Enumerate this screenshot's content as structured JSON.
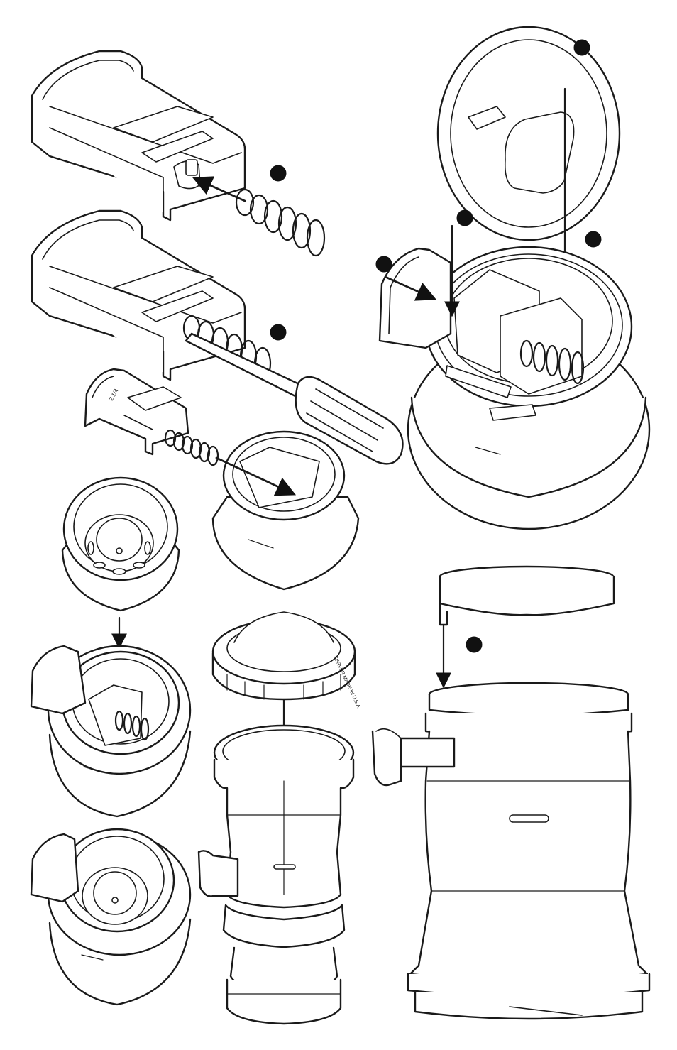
{
  "diagram": {
    "colors": {
      "ink": "#1a1a1a",
      "paper": "#ffffff"
    },
    "printed_text": {
      "cap_rim": "SERVER MADE IN U.S.A.",
      "cartridge_mark": "2 1/4"
    },
    "step_markers": [
      "bullet-1",
      "bullet-2",
      "bullet-3",
      "bullet-4",
      "bullet-5",
      "bullet-6",
      "bullet-7"
    ]
  }
}
